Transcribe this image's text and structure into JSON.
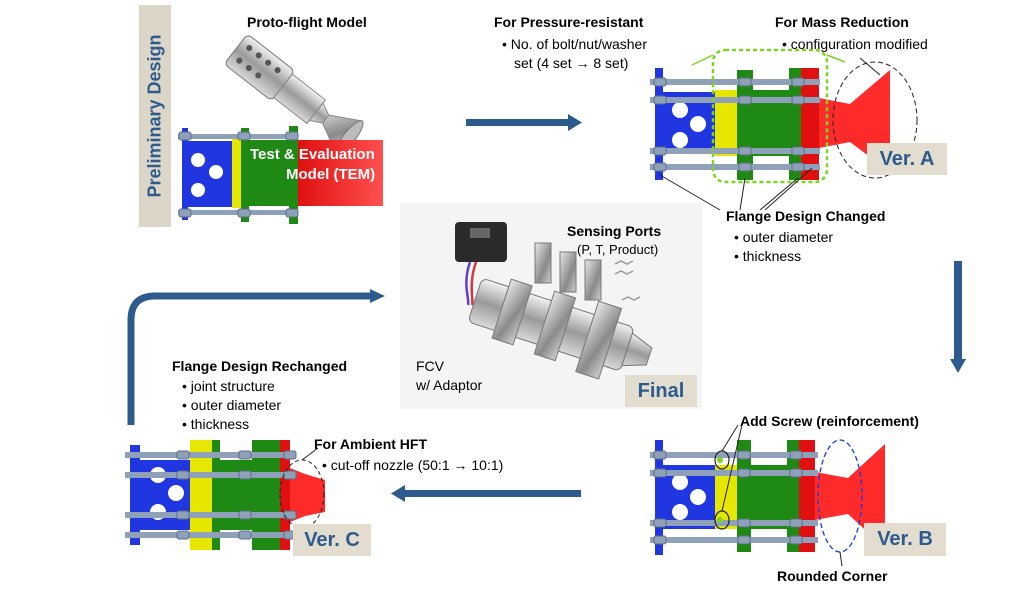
{
  "sidebar": {
    "label": "Preliminary Design"
  },
  "preliminary": {
    "proto_label": "Proto-flight Model",
    "tem_label_1": "Test & Evaluation",
    "tem_label_2": "Model (TEM)"
  },
  "pressure": {
    "title": "For Pressure-resistant",
    "bullet1": "• No. of bolt/nut/washer",
    "bullet2": "set (4 set → 8 set)"
  },
  "mass": {
    "title": "For Mass Reduction",
    "bullet1": "• configuration modified"
  },
  "flange_changed": {
    "title": "Flange Design Changed",
    "bullets": [
      "• outer diameter",
      "• thickness"
    ]
  },
  "final": {
    "sensing_title": "Sensing Ports",
    "sensing_sub": "(P, T, Product)",
    "fcv_1": "FCV",
    "fcv_2": "w/ Adaptor",
    "badge": "Final"
  },
  "versions": {
    "a": "Ver. A",
    "b": "Ver. B",
    "c": "Ver. C"
  },
  "ver_b": {
    "screw": "Add Screw (reinforcement)",
    "rounded": "Rounded Corner"
  },
  "rechanged": {
    "title": "Flange Design Rechanged",
    "bullets": [
      "• joint structure",
      "• outer diameter",
      "• thickness"
    ]
  },
  "ambient": {
    "title": "For Ambient HFT",
    "bullet1": "• cut-off nozzle (50:1 → 10:1)"
  },
  "colors": {
    "arrow": "#2d5b8e",
    "badge_bg": "#e2ddcf",
    "blue_part": "#1f36e0",
    "yellow_part": "#e6e600",
    "green_part": "#1e8a14",
    "red_part": "#e01010",
    "bolt": "#8ea1b8"
  }
}
